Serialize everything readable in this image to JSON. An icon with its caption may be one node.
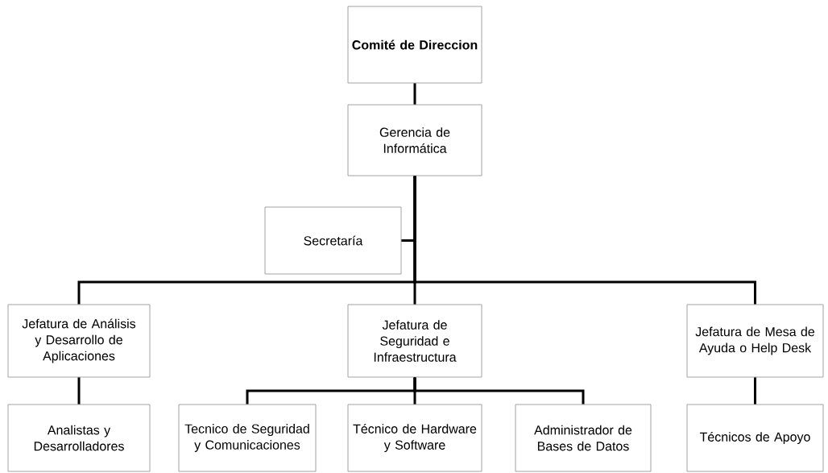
{
  "diagram": {
    "nodes": [
      {
        "text": [
          "**Comité de Direccion**"
        ]
      },
      {
        "text": [
          "Gerencia de Informática"
        ]
      },
      {
        "text": [
          "Secretaría"
        ]
      },
      {
        "text": [
          "Jefatura de Análisis y Desarrollo de Aplicaciones"
        ]
      },
      {
        "text": [
          "Jefatura de Seguridad e Infraestructura"
        ]
      },
      {
        "text": [
          "Jefatura de Mesa de Ayuda o Help Desk"
        ]
      },
      {
        "text": [
          "Analistas y Desarrolladores"
        ]
      },
      {
        "text": [
          "Tecnico de Seguridad y Comunicaciones"
        ]
      },
      {
        "text": [
          "Técnico de Hardware y Software"
        ]
      },
      {
        "text": [
          "Administrador de Bases de Datos"
        ]
      },
      {
        "text": [
          "Técnicos de Apoyo"
        ]
      }
    ],
    "edges": [
      {
        "from": 0,
        "to": 1,
        "arrow": "none"
      },
      {
        "from": 1,
        "to": 2,
        "arrow": "none"
      },
      {
        "from": 1,
        "to": 3,
        "arrow": "none"
      },
      {
        "from": 1,
        "to": 4,
        "arrow": "none"
      },
      {
        "from": 1,
        "to": 5,
        "arrow": "none"
      },
      {
        "from": 3,
        "to": 6,
        "arrow": "none"
      },
      {
        "from": 4,
        "to": 7,
        "arrow": "none"
      },
      {
        "from": 4,
        "to": 8,
        "arrow": "none"
      },
      {
        "from": 4,
        "to": 9,
        "arrow": "none"
      },
      {
        "from": 5,
        "to": 10,
        "arrow": "none"
      }
    ]
  }
}
